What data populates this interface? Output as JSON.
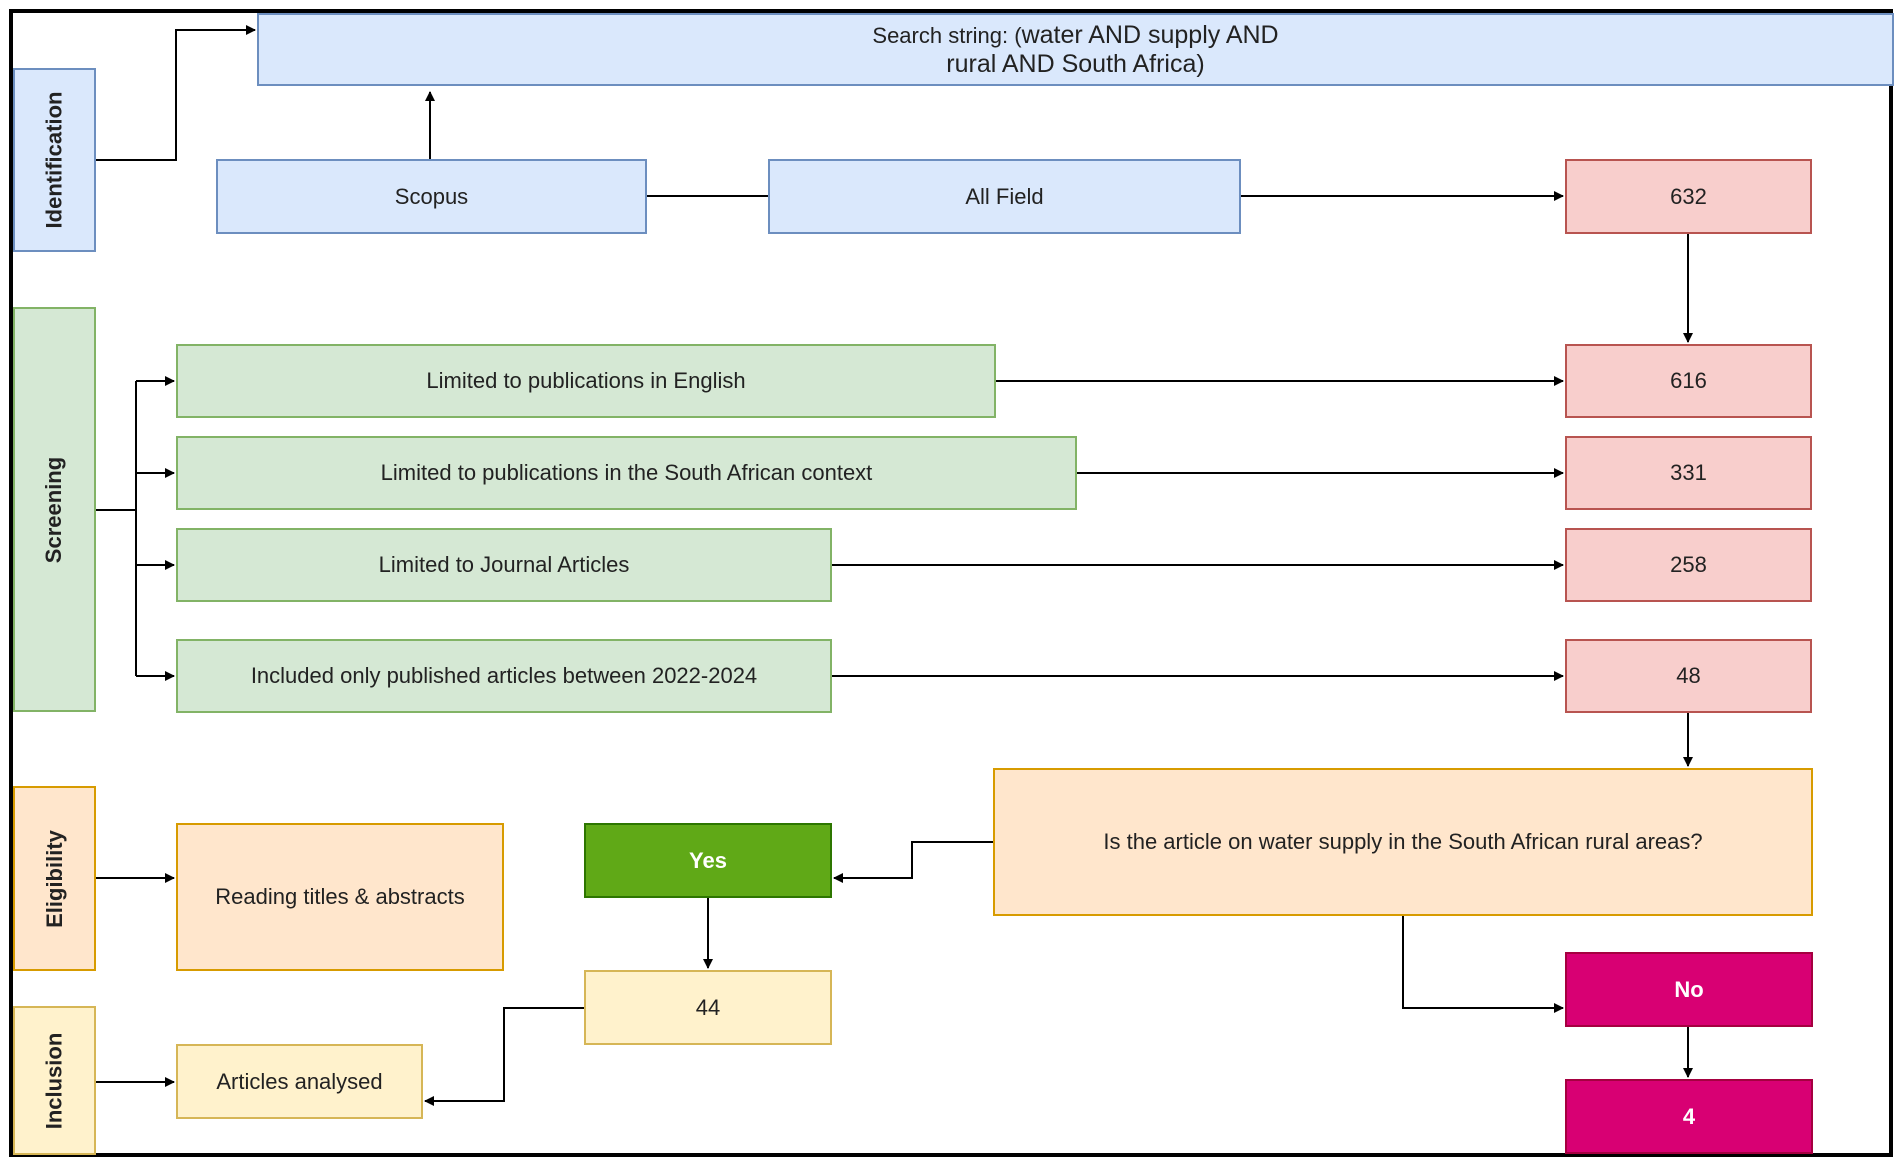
{
  "stages": {
    "identification": "Identification",
    "screening": "Screening",
    "eligibility": "Eligibility",
    "inclusion": "Inclusion"
  },
  "search": {
    "prefix": "Search string: (",
    "line1": "water AND supply AND",
    "line2": "rural AND South Africa)"
  },
  "database": "Scopus",
  "field": "All Field",
  "counts": {
    "initial": "632",
    "english": "616",
    "south_african": "331",
    "journal": "258",
    "years": "48",
    "yes_count": "44",
    "no_count": "4"
  },
  "filters": {
    "english": "Limited to publications in English",
    "south_african": "Limited to publications in the South African context",
    "journal": "Limited to Journal Articles",
    "years": "Included only published articles between 2022-2024"
  },
  "eligibility": {
    "reading": "Reading titles & abstracts",
    "question": "Is the article on water supply in the South African rural areas?",
    "yes": "Yes",
    "no": "No"
  },
  "inclusion": {
    "analysed": "Articles analysed"
  },
  "colors": {
    "blue_fill": "#dae8fc",
    "green_fill": "#d5e8d4",
    "red_fill": "#f8cecc",
    "orange_fill": "#ffe6cc",
    "yellow_fill": "#fff2cc",
    "yes_fill": "#60a917",
    "no_fill": "#d80073"
  }
}
